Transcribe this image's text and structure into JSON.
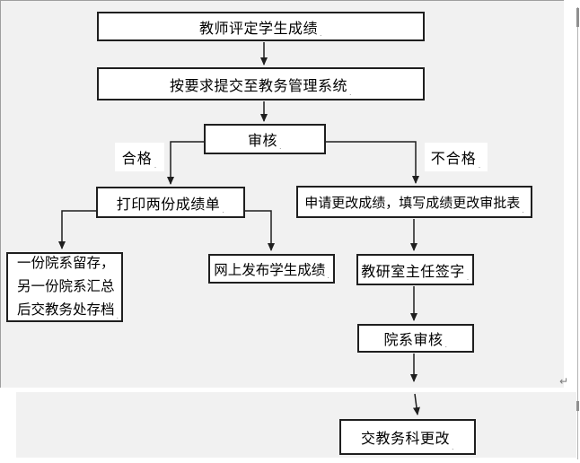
{
  "document": {
    "paragraph_mark": "↵",
    "eop_mark": "."
  },
  "flowchart": {
    "type": "flowchart",
    "nodes": {
      "teacher": {
        "label": "教师评定学生成绩"
      },
      "submit": {
        "label": "按要求提交至教务管理系统"
      },
      "review": {
        "label": "审核"
      },
      "print": {
        "label": "打印两份成绩单"
      },
      "apply": {
        "label": "申请更改成绩，填写成绩更改审批表"
      },
      "keep": {
        "lines": [
          "一份院系留存，",
          "另一份院系汇总",
          "后交教务处存档"
        ]
      },
      "publish": {
        "label": "网上发布学生成绩"
      },
      "sign": {
        "label": "教研室主任签字"
      },
      "dept_review": {
        "label": "院系审核"
      },
      "final": {
        "label": "交教务科更改"
      }
    },
    "branch_labels": {
      "pass": "合格",
      "fail": "不合格"
    },
    "edges": [
      {
        "from": "teacher",
        "to": "submit"
      },
      {
        "from": "submit",
        "to": "review"
      },
      {
        "from": "review",
        "to": "print",
        "condition": "合格"
      },
      {
        "from": "review",
        "to": "apply",
        "condition": "不合格"
      },
      {
        "from": "print",
        "to": "keep"
      },
      {
        "from": "print",
        "to": "publish"
      },
      {
        "from": "apply",
        "to": "sign"
      },
      {
        "from": "sign",
        "to": "dept_review"
      },
      {
        "from": "dept_review",
        "to": "final"
      }
    ],
    "colors": {
      "canvas_bg": "#f1f1f1",
      "node_border": "#1f1f1f",
      "page_border": "#9e9e9e",
      "edge_stroke": "#1f1f1f"
    }
  }
}
